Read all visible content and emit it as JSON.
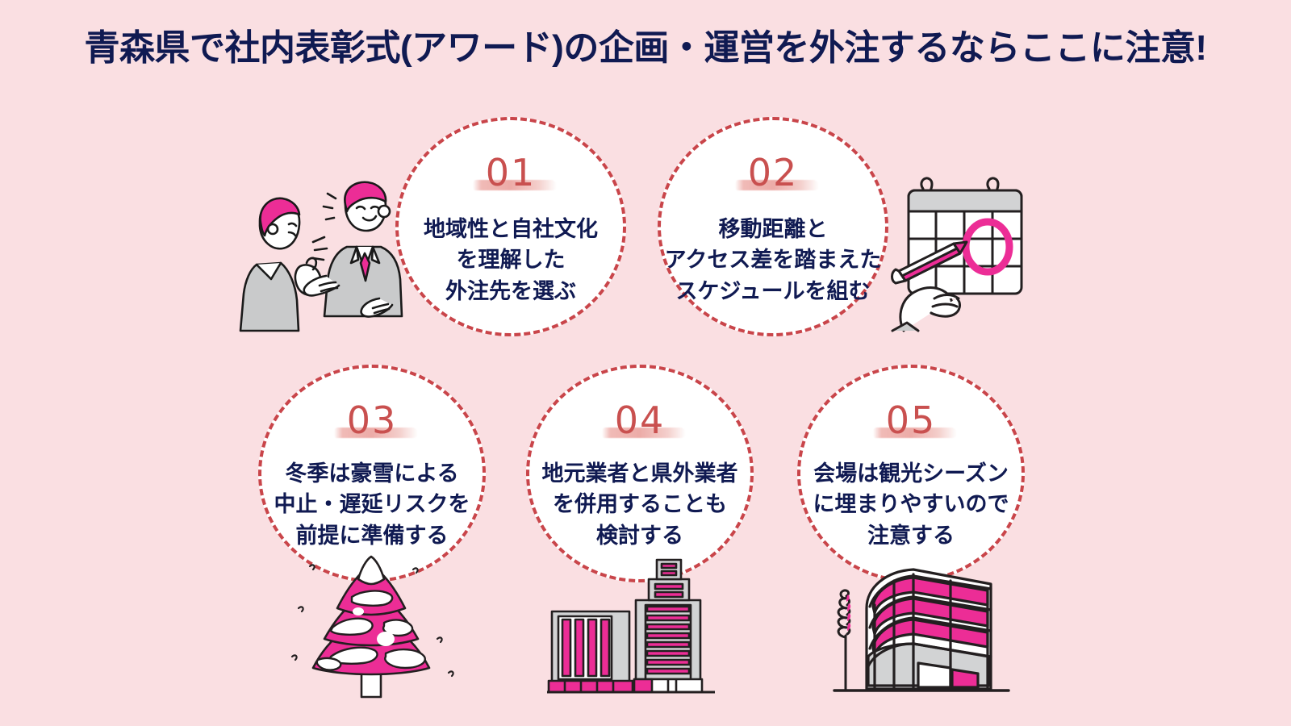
{
  "page": {
    "title": "青森県で社内表彰式(アワード)の企画・運営を外注するならここに注意!",
    "background_color": "#fadfe2",
    "accent_navy": "#101a52",
    "accent_crimson": "#c9454a",
    "accent_magenta": "#ec2d96",
    "circle_fill": "#ffffff"
  },
  "items": [
    {
      "number": "01",
      "lines": [
        "地域性と自社文化",
        "を理解した",
        "外注先を選ぶ"
      ],
      "illustration": "two-businesspeople-icon"
    },
    {
      "number": "02",
      "lines": [
        "移動距離と",
        "アクセス差を踏まえた",
        "スケジュールを組む"
      ],
      "illustration": "calendar-with-pencil-icon"
    },
    {
      "number": "03",
      "lines": [
        "冬季は豪雪による",
        "中止・遅延リスクを",
        "前提に準備する"
      ],
      "illustration": "snowy-pine-tree-icon"
    },
    {
      "number": "04",
      "lines": [
        "地元業者と県外業者",
        "を併用することも",
        "検討する"
      ],
      "illustration": "office-buildings-icon"
    },
    {
      "number": "05",
      "lines": [
        "会場は観光シーズン",
        "に埋まりやすいので",
        "注意する"
      ],
      "illustration": "venue-building-icon"
    }
  ]
}
